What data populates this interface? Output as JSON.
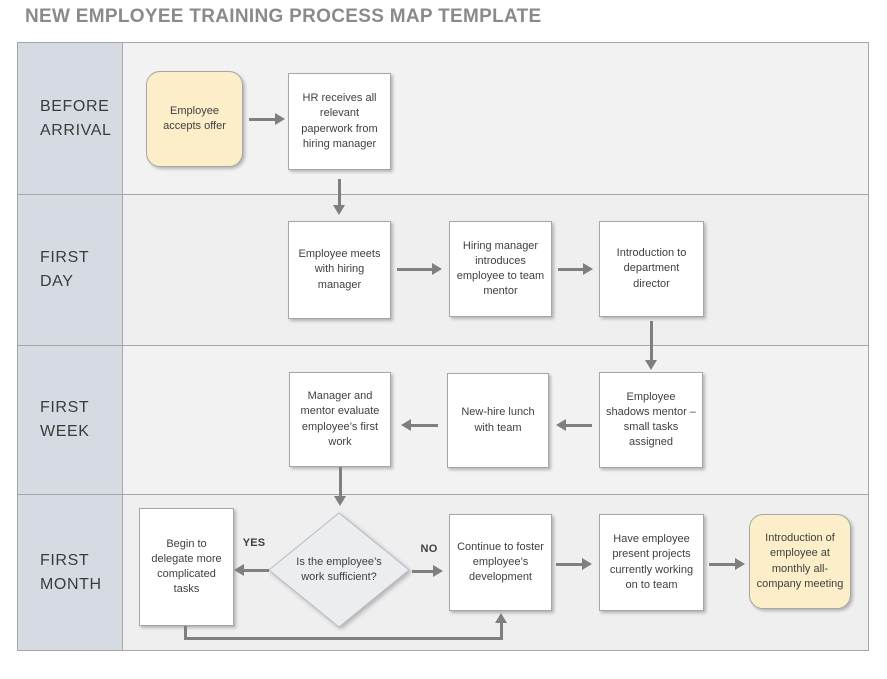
{
  "title": "NEW EMPLOYEE TRAINING PROCESS MAP TEMPLATE",
  "lanes": [
    {
      "label": "BEFORE ARRIVAL"
    },
    {
      "label": "FIRST DAY"
    },
    {
      "label": "FIRST WEEK"
    },
    {
      "label": "FIRST MONTH"
    }
  ],
  "nodes": {
    "accept_offer": {
      "type": "terminal",
      "text": "Employee accepts offer"
    },
    "hr_paperwork": {
      "type": "process",
      "text": "HR receives all relevant paperwork from hiring manager"
    },
    "meets_manager": {
      "type": "process",
      "text": "Employee meets with hiring manager"
    },
    "introduces_mentor": {
      "type": "process",
      "text": "Hiring manager introduces employee to team mentor"
    },
    "intro_director": {
      "type": "process",
      "text": "Introduction to department director"
    },
    "evaluate_work": {
      "type": "process",
      "text": "Manager and mentor evaluate employee’s first work"
    },
    "lunch_team": {
      "type": "process",
      "text": "New-hire lunch with team"
    },
    "shadows_mentor": {
      "type": "process",
      "text": "Employee shadows mentor – small tasks assigned"
    },
    "delegate_tasks": {
      "type": "process",
      "text": "Begin to delegate more complicated tasks"
    },
    "decision_sufficient": {
      "type": "decision",
      "text": "Is the employee’s work sufficient?"
    },
    "foster_development": {
      "type": "process",
      "text": "Continue to foster employee’s development"
    },
    "present_projects": {
      "type": "process",
      "text": "Have employee present projects currently working on to team"
    },
    "company_meeting": {
      "type": "terminal",
      "text": "Introduction of employee at monthly all-company meeting"
    }
  },
  "branch_labels": {
    "yes": "YES",
    "no": "NO"
  },
  "colors": {
    "lane_fill": "#d6dbe3",
    "row_fill_odd": "#f2f2f3",
    "row_fill_even": "#efeff0",
    "terminal_fill": "#fbeec9",
    "process_fill": "#ffffff",
    "decision_fill": "#ebedf1",
    "decision_stroke": "#b8bcc4",
    "border": "#a6a6a6",
    "arrow": "#7f7f7f",
    "title_text": "#8a8a8a",
    "node_text": "#3f3f3f"
  }
}
